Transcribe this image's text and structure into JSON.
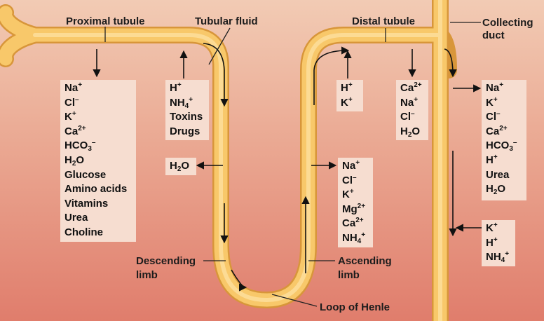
{
  "labels": {
    "proximal_tubule": "Proximal tubule",
    "tubular_fluid": "Tubular fluid",
    "distal_tubule": "Distal tubule",
    "collecting_duct_1": "Collecting",
    "collecting_duct_2": "duct",
    "descending_limb_1": "Descending",
    "descending_limb_2": "limb",
    "ascending_limb_1": "Ascending",
    "ascending_limb_2": "limb",
    "loop_of_henle": "Loop of Henle"
  },
  "boxes": {
    "proximal_reabsorbed": [
      {
        "base": "Na",
        "sup": "+"
      },
      {
        "base": "Cl",
        "sup": "–"
      },
      {
        "base": "K",
        "sup": "+"
      },
      {
        "base": "Ca",
        "sup": "2+"
      },
      {
        "base": "HCO",
        "sub": "3",
        "sup": "–"
      },
      {
        "base": "H",
        "sub": "2",
        "tail": "O"
      },
      {
        "base": "Glucose"
      },
      {
        "base": "Amino acids"
      },
      {
        "base": "Vitamins"
      },
      {
        "base": "Urea"
      },
      {
        "base": "Choline"
      }
    ],
    "proximal_secreted": [
      {
        "base": "H",
        "sup": "+"
      },
      {
        "base": "NH",
        "sub": "4",
        "sup": "+"
      },
      {
        "base": "Toxins"
      },
      {
        "base": "Drugs"
      }
    ],
    "descending_water": [
      {
        "base": "H",
        "sub": "2",
        "tail": "O"
      }
    ],
    "ascending_reabsorbed": [
      {
        "base": "Na",
        "sup": "+"
      },
      {
        "base": "Cl",
        "sup": "–"
      },
      {
        "base": "K",
        "sup": "+"
      },
      {
        "base": "Mg",
        "sup": "2+"
      },
      {
        "base": "Ca",
        "sup": "2+"
      },
      {
        "base": "NH",
        "sub": "4",
        "sup": "+"
      }
    ],
    "distal_secreted": [
      {
        "base": "H",
        "sup": "+"
      },
      {
        "base": "K",
        "sup": "+"
      }
    ],
    "distal_reabsorbed": [
      {
        "base": "Ca",
        "sup": "2+"
      },
      {
        "base": "Na",
        "sup": "+"
      },
      {
        "base": "Cl",
        "sup": "–"
      },
      {
        "base": "H",
        "sub": "2",
        "tail": "O"
      }
    ],
    "collecting_reabsorbed": [
      {
        "base": "Na",
        "sup": "+"
      },
      {
        "base": "K",
        "sup": "+"
      },
      {
        "base": "Cl",
        "sup": "–"
      },
      {
        "base": "Ca",
        "sup": "2+"
      },
      {
        "base": "HCO",
        "sub": "3",
        "sup": "–"
      },
      {
        "base": "H",
        "sup": "+"
      },
      {
        "base": "Urea"
      },
      {
        "base": "H",
        "sub": "2",
        "tail": "O"
      }
    ],
    "collecting_secreted": [
      {
        "base": "K",
        "sup": "+"
      },
      {
        "base": "H",
        "sup": "+"
      },
      {
        "base": "NH",
        "sub": "4",
        "sup": "+"
      }
    ]
  },
  "colors": {
    "tubule_fill": "#f7c76a",
    "tubule_outline": "#d89a3a",
    "box_bg": "#f6ddd0",
    "text": "#111111"
  }
}
